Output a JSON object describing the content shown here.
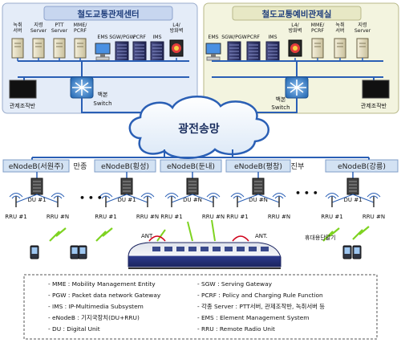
{
  "left_center": {
    "title": "철도교통관제센터",
    "servers": [
      "녹취\n서버",
      "지령\nServer",
      "PTT\nServer",
      "MME/\nPCRF",
      "EMS",
      "SGW/PGW",
      "PCRF",
      "IMS",
      "L4/\n방화벽"
    ],
    "console_label": "관제조작반",
    "switch_label": "백본\nSwitch"
  },
  "right_center": {
    "title": "철도교통예비관제실",
    "servers": [
      "EMS",
      "SGW/PGW",
      "PCRF",
      "IMS",
      "L4/\n방화벽",
      "MME/\nPCRF",
      "녹취\n서버",
      "지령\nServer"
    ],
    "console_label": "관제조작반",
    "switch_label": "백본\nSwitch"
  },
  "backbone": "광전송망",
  "enodebs": [
    "eNodeB(서원주)",
    "eNodeB(횡성)",
    "eNodeB(둔내)",
    "eNodeB(평창)",
    "eNodeB(강릉)"
  ],
  "between_labels": [
    "만종",
    "진부"
  ],
  "site_labels": {
    "du": "DU #1",
    "dun": "DU #N",
    "rru1": "RRU #1",
    "rrun": "RRU #N"
  },
  "ant_label": "ANT.",
  "handset_label": "휴대용단말기",
  "legend": {
    "left": [
      "- MME : Mobility Management Entity",
      "- PGW : Packet data network Gateway",
      "- IMS : IP-Multimedia Subsystem",
      "- eNodeB : 기지국장치(DU+RRU)",
      "- DU : Digital Unit"
    ],
    "right": [
      "- SGW : Serving Gateway",
      "- PCRF : Policy and Charging Rule Function",
      "- 각종 Server : PTT서버, 관제조작반, 녹취서버 등",
      "- EMS : Element Management System",
      "- RRU : Remote Radio Unit"
    ]
  },
  "colors": {
    "left_panel": "#e4ecf8",
    "right_panel": "#f3f4df",
    "enodeb_box": "#d3e2f3",
    "link_blue": "#2a5fb5",
    "lightning": "#7ed321"
  }
}
